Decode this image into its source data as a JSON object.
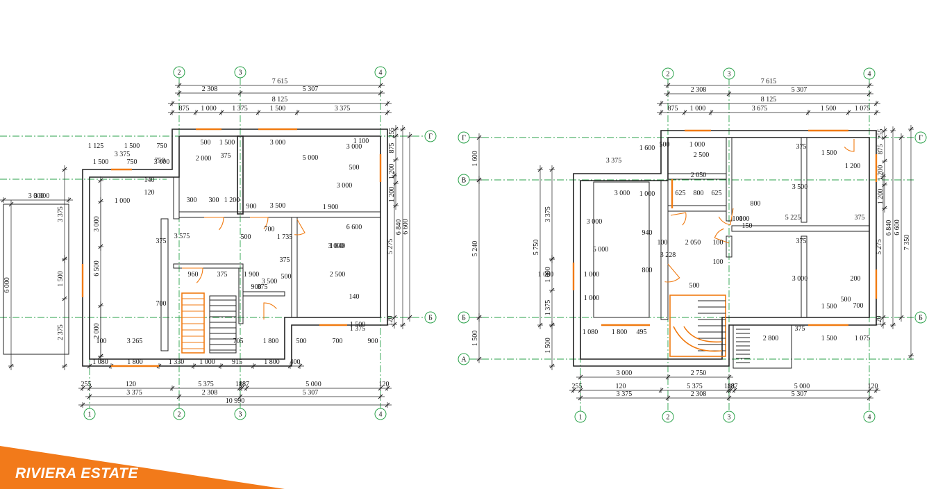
{
  "brand": {
    "name": "RIVIERA ESTATE",
    "color": "#f27a1a"
  },
  "colors": {
    "axis": "#2aa24a",
    "window": "#f07a10",
    "wall": "#222222"
  },
  "plan1": {
    "axes_top": [
      "2",
      "3",
      "4"
    ],
    "axes_bottom": [
      "1",
      "2",
      "3",
      "4"
    ],
    "axes_right": [
      "Г",
      "Б"
    ],
    "dims_top": {
      "overall": "7 615",
      "split": [
        "2 308",
        "5 307"
      ],
      "total": "8 125",
      "chain": [
        "875",
        "1 000",
        "1 375",
        "1 500",
        "3 375"
      ]
    },
    "dims_bottom": {
      "chain1": [
        "1 080",
        "1 800",
        "1 330",
        "1 000",
        "915",
        "1 800",
        "400"
      ],
      "chain2": [
        "255",
        "120",
        "5 375",
        "188",
        "187",
        "5 000",
        "120",
        "255"
      ],
      "chain3": [
        "3 375",
        "2 308",
        "5 307"
      ],
      "total": "10 990"
    },
    "dims_right": [
      "255",
      "875",
      "1 200",
      "1 200",
      "6 840",
      "6 600",
      "5 275",
      "120",
      "255"
    ],
    "dims_left": [
      "3 375",
      "3 000",
      "6 000",
      "2 375",
      "1 500",
      "6 500",
      "3 000",
      "2 000"
    ],
    "inner_dims": [
      "1 125",
      "1 500",
      "750",
      "3 375",
      "750",
      "1 500",
      "750",
      "3 000",
      "3 000",
      "1 000",
      "500",
      "1 500",
      "3 000",
      "2 000",
      "375",
      "5 000",
      "3 000",
      "3 000",
      "500",
      "900",
      "300",
      "300",
      "1 200",
      "3 500",
      "1 900",
      "700",
      "1 735",
      "375",
      "3 575",
      "500",
      "3 000",
      "6 600",
      "1 040",
      "960",
      "375",
      "1 900",
      "3 500",
      "2 500",
      "500",
      "900",
      "700",
      "100",
      "3 265",
      "705",
      "1 800",
      "500",
      "700",
      "900",
      "1 375",
      "1 500",
      "1 100",
      "375",
      "375",
      "140",
      "140",
      "120"
    ]
  },
  "plan2": {
    "axes_top": [
      "2",
      "3",
      "4"
    ],
    "axes_bottom": [
      "1",
      "2",
      "3",
      "4"
    ],
    "axes_left": [
      "Г",
      "В",
      "Б",
      "А"
    ],
    "axes_right": [
      "Г",
      "Б"
    ],
    "dims_top": {
      "overall": "7 615",
      "split": [
        "2 308",
        "5 307"
      ],
      "total": "8 125",
      "chain": [
        "875",
        "1 000",
        "3 675",
        "1 500",
        "1 075"
      ]
    },
    "dims_bottom": {
      "chain1": [
        "3 000",
        "2 750"
      ],
      "chain2": [
        "255",
        "120",
        "5 375",
        "188",
        "187",
        "5 000",
        "120",
        "255"
      ],
      "chain3": [
        "3 375",
        "2 308",
        "5 307"
      ]
    },
    "dims_right": [
      "255",
      "875",
      "1 200",
      "1 200",
      "6 840",
      "6 600",
      "7 350",
      "5 275",
      "120",
      "255"
    ],
    "dims_left": [
      "1 600",
      "5 240",
      "1 500",
      "3 375",
      "5 750",
      "1 000",
      "1 375",
      "1 500"
    ],
    "inner_dims": [
      "3 375",
      "1 600",
      "500",
      "1 000",
      "2 500",
      "2 050",
      "625",
      "800",
      "625",
      "3 000",
      "1 000",
      "3 000",
      "5 000",
      "940",
      "800",
      "100",
      "2 050",
      "100",
      "3 228",
      "1 000",
      "1 000",
      "1 000",
      "1 500",
      "1 200",
      "3 500",
      "5 225",
      "375",
      "800",
      "150",
      "100",
      "3 000",
      "200",
      "500",
      "700",
      "1 500",
      "1 080",
      "1 800",
      "495",
      "2 800",
      "1 500",
      "1 075",
      "100",
      "100",
      "500",
      "375",
      "375",
      "375"
    ]
  }
}
